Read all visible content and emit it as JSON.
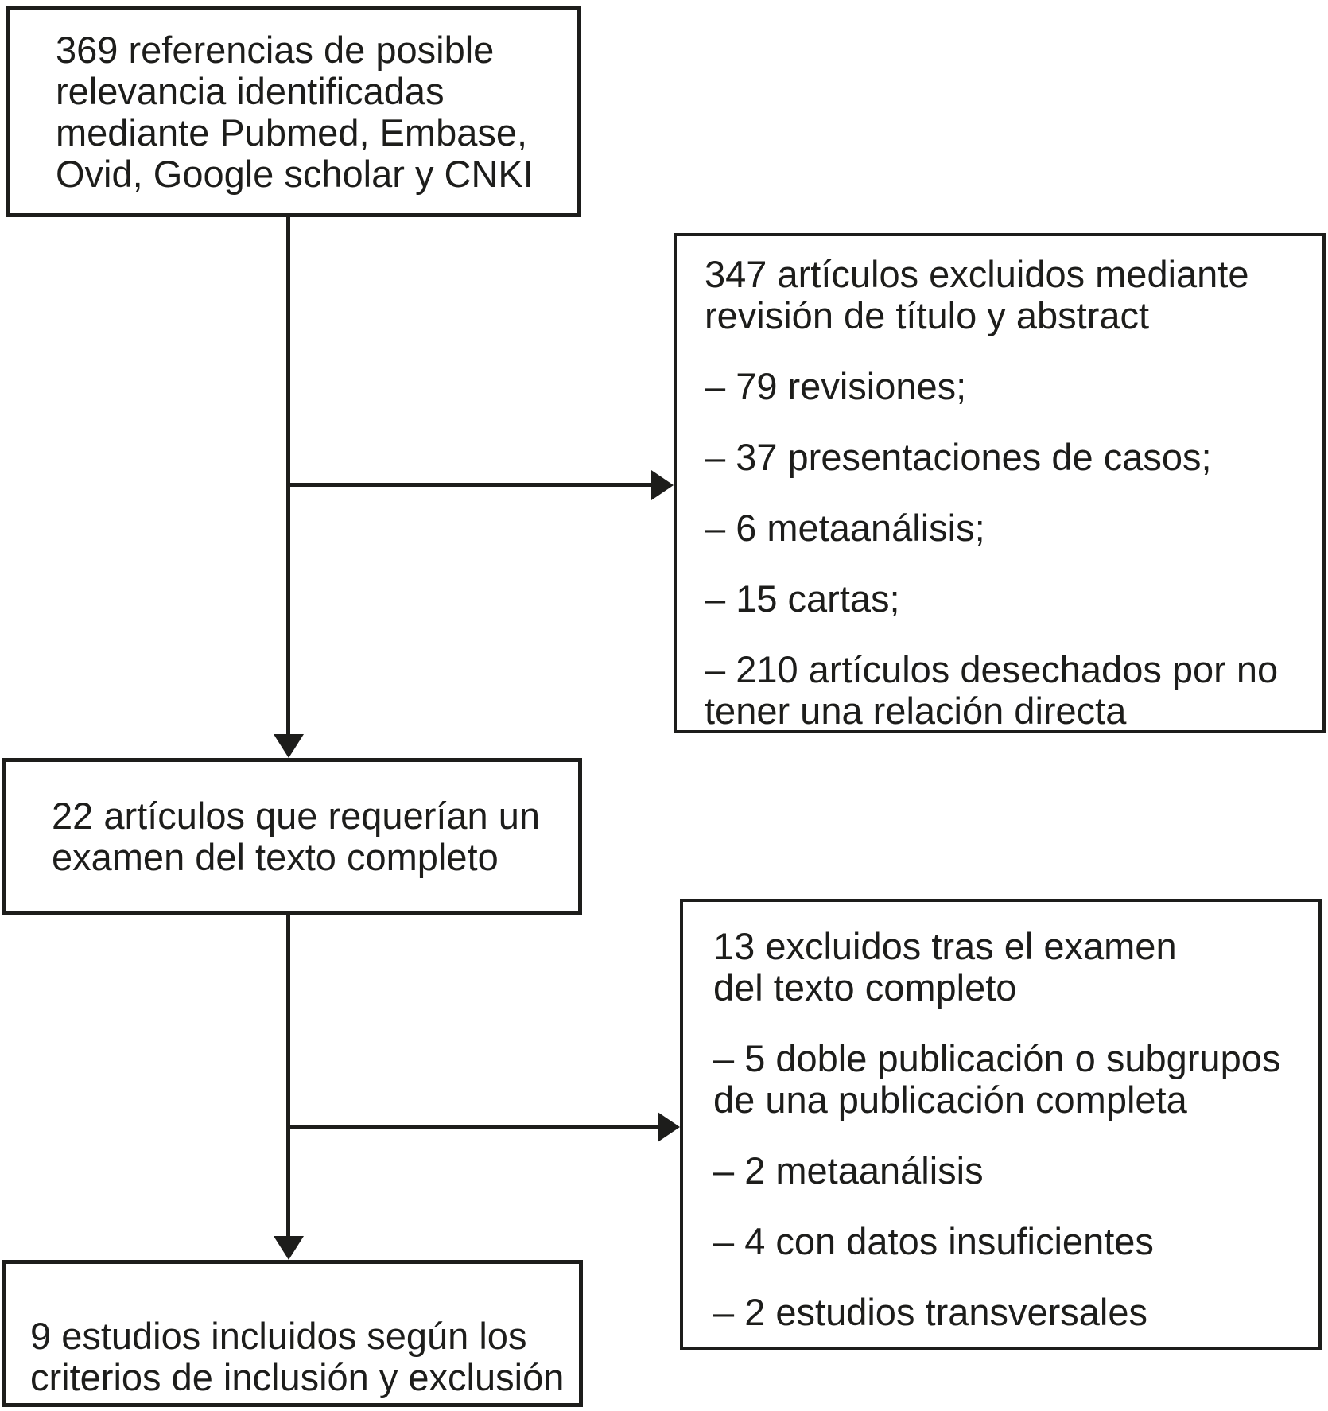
{
  "diagram": {
    "type": "study-selection-flowchart",
    "background_color": "#ffffff",
    "ink_color": "#1d1d1b",
    "boxes": {
      "identified": {
        "text": "369 referencias de posible relevancia identificadas mediante Pubmed, Embase, Ovid, Google scholar y CNKI"
      },
      "excluded_screening": {
        "title": "347 artículos excluidos mediante revisión de título y abstract",
        "items": [
          "– 79 revisiones;",
          "– 37 presentaciones de casos;",
          "– 6 metaanálisis;",
          "– 15 cartas;",
          "– 210 artículos desechados por no tener una relación directa"
        ]
      },
      "fulltext": {
        "text": "22 artículos que requerían un examen del texto completo"
      },
      "excluded_fulltext": {
        "title": "13 excluidos tras el examen del texto completo",
        "items": [
          "– 5 doble publicación o subgrupos de una publicación completa",
          "– 2 metaanálisis",
          "– 4 con datos insuficientes",
          "– 2 estudios transversales"
        ]
      },
      "included": {
        "text": "9 estudios incluidos según los criterios de inclusión y exclusión"
      }
    }
  }
}
